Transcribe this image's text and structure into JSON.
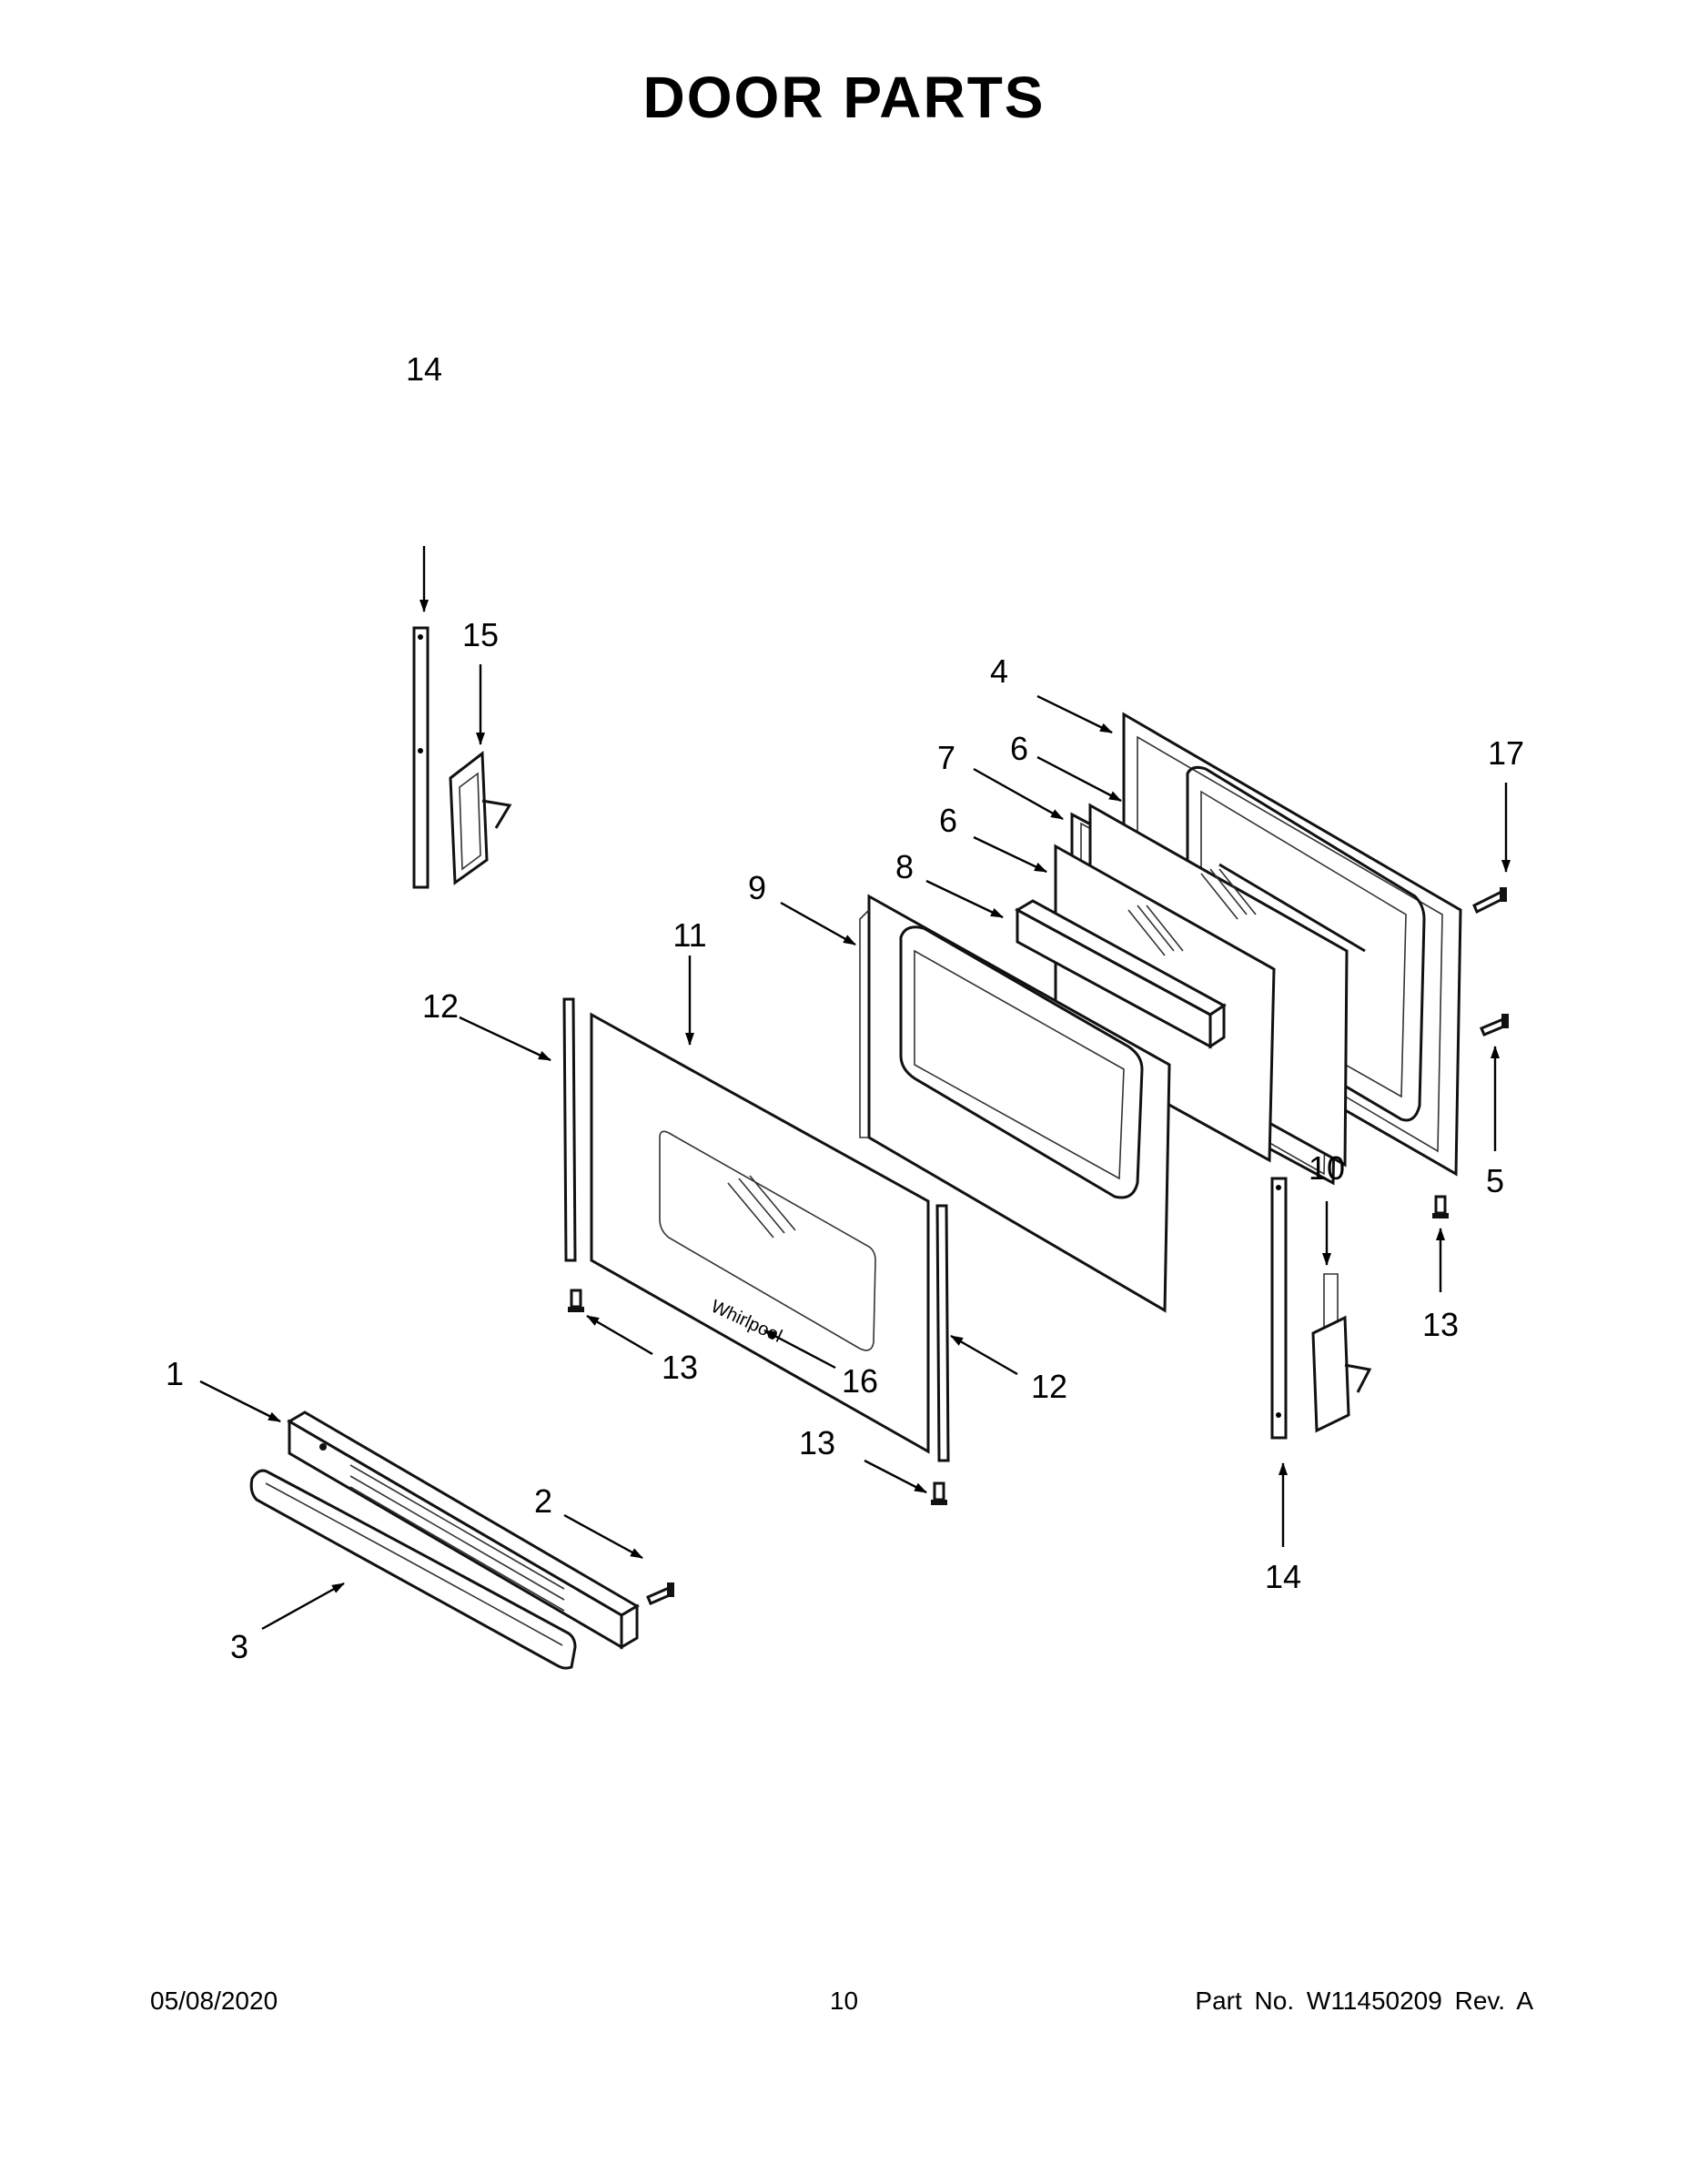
{
  "page": {
    "title": "DOOR PARTS",
    "date": "05/08/2020",
    "page_number": "10",
    "part_number": "Part No.  W11450209  Rev.  A"
  },
  "callouts": [
    {
      "id": "c14a",
      "label": "14"
    },
    {
      "id": "c15",
      "label": "15"
    },
    {
      "id": "c4",
      "label": "4"
    },
    {
      "id": "c7",
      "label": "7"
    },
    {
      "id": "c6a",
      "label": "6"
    },
    {
      "id": "c6b",
      "label": "6"
    },
    {
      "id": "c17",
      "label": "17"
    },
    {
      "id": "c8",
      "label": "8"
    },
    {
      "id": "c9",
      "label": "9"
    },
    {
      "id": "c11",
      "label": "11"
    },
    {
      "id": "c12a",
      "label": "12"
    },
    {
      "id": "c5",
      "label": "5"
    },
    {
      "id": "c10",
      "label": "10"
    },
    {
      "id": "c13a",
      "label": "13"
    },
    {
      "id": "c13b",
      "label": "13"
    },
    {
      "id": "c16",
      "label": "16"
    },
    {
      "id": "c12b",
      "label": "12"
    },
    {
      "id": "c1",
      "label": "1"
    },
    {
      "id": "c13c",
      "label": "13"
    },
    {
      "id": "c2",
      "label": "2"
    },
    {
      "id": "c3",
      "label": "3"
    },
    {
      "id": "c14b",
      "label": "14"
    }
  ]
}
